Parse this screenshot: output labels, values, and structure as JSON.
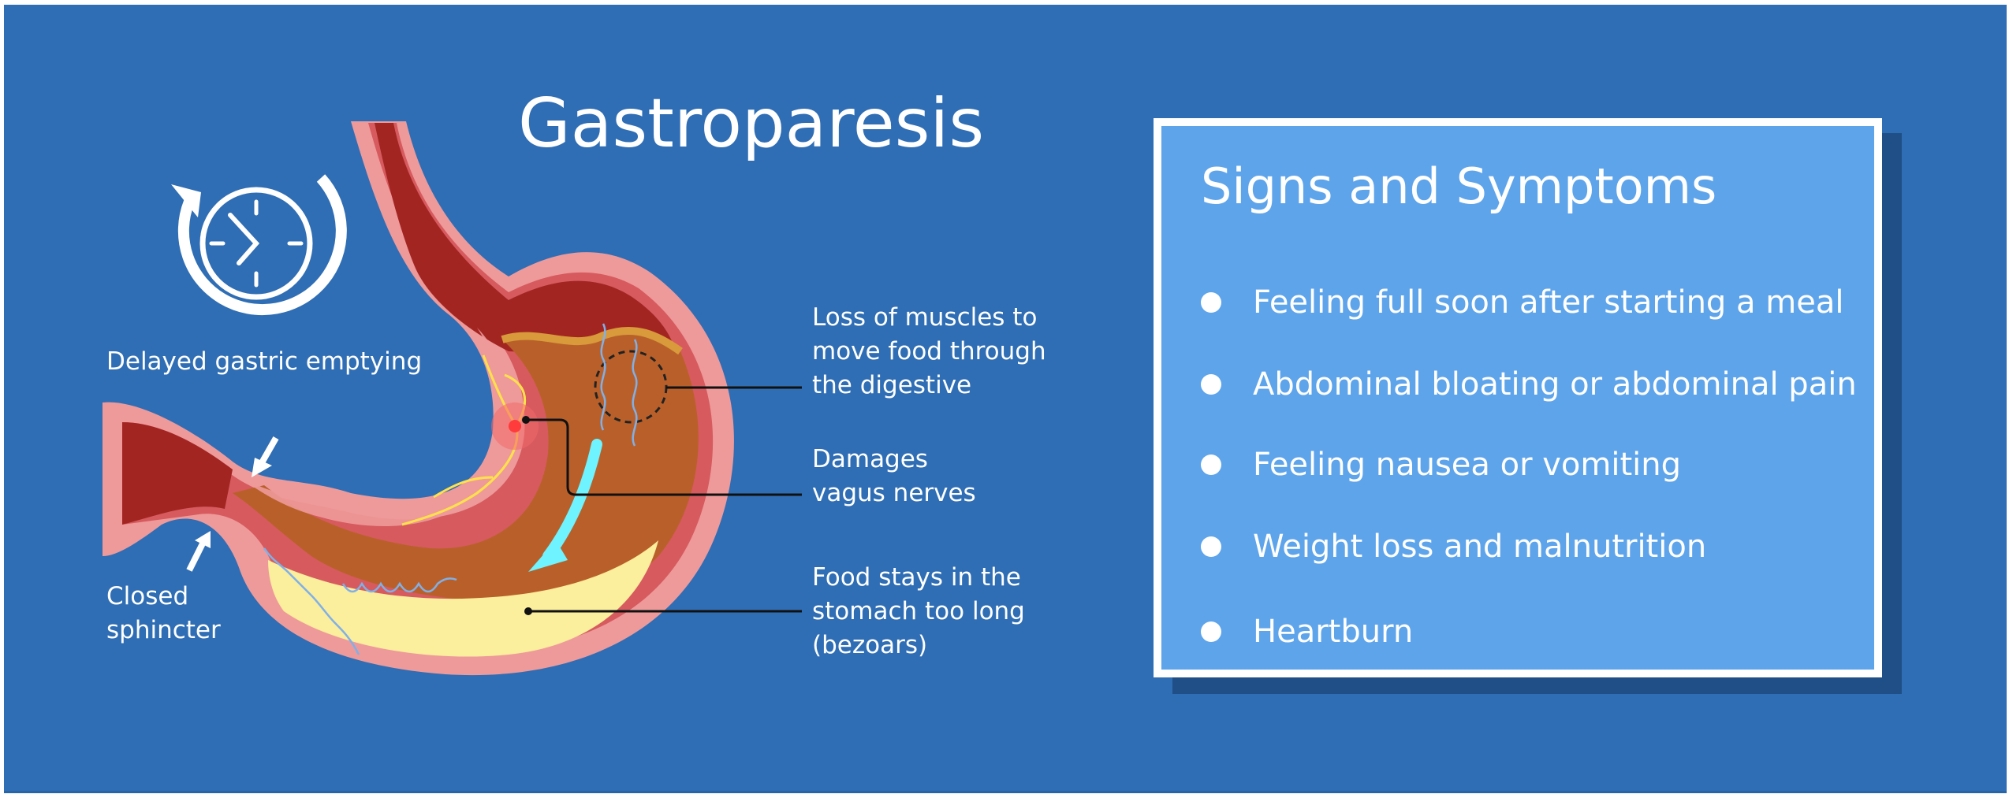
{
  "title": "Gastroparesis",
  "colors": {
    "background": "#2f6eb4",
    "box_fill": "#5ea4eb",
    "box_border": "#ffffff",
    "box_shadow": "#1f4f86",
    "stomach_outer": "#ee9a9a",
    "stomach_wall": "#d65a5e",
    "esophagus_lumen": "#a32522",
    "chyme": "#b9602a",
    "food_pool": "#fbee9c",
    "flow_arrow": "#6ff3ff",
    "nerve": "#ffe24a"
  },
  "left_labels": {
    "delayed_emptying": "Delayed gastric emptying",
    "closed_sphincter": [
      "Closed",
      "sphincter"
    ]
  },
  "callouts": {
    "muscles": [
      "Loss of muscles to",
      "move food through",
      "the digestive"
    ],
    "nerves": [
      "Damages",
      "vagus nerves"
    ],
    "food": [
      "Food stays in the",
      "stomach too long",
      "(bezoars)"
    ]
  },
  "icons": {
    "clock": "clock-with-circular-arrow",
    "arrows": "white-pointer-arrows"
  },
  "symptoms": {
    "heading": "Signs and Symptoms",
    "items": [
      "Feeling full soon after starting a meal",
      "Abdominal bloating or abdominal pain",
      "Feeling nausea or vomiting",
      "Weight loss and malnutrition",
      "Heartburn"
    ]
  }
}
